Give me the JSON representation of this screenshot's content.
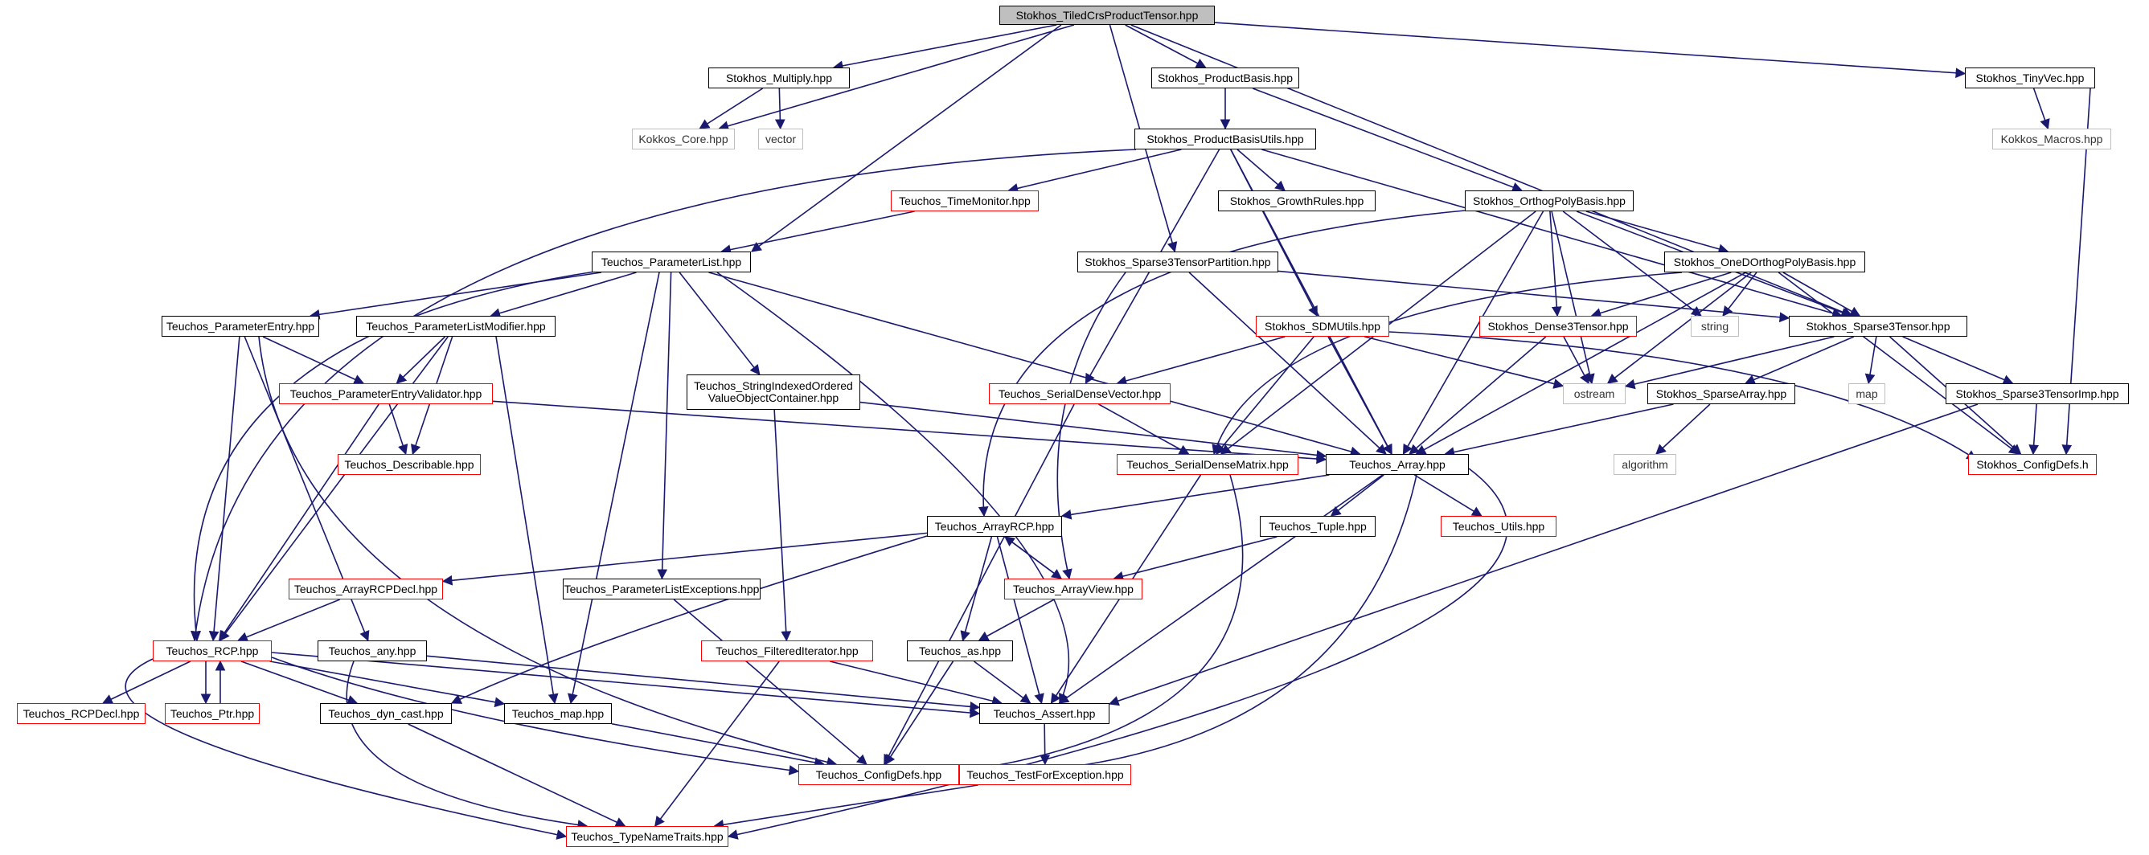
{
  "graph": {
    "colors": {
      "edge": "#191970",
      "border_doc": "#000000",
      "border_incomplete": "#ff0000",
      "border_external": "#bfbfbf",
      "root_fill": "#bfbfbf"
    },
    "nodes": [
      {
        "id": "root",
        "label": "Stokhos_TiledCrsProductTensor.hpp",
        "kind": "root"
      },
      {
        "id": "multiply",
        "label": "Stokhos_Multiply.hpp",
        "kind": "doc"
      },
      {
        "id": "kokkos_core",
        "label": "Kokkos_Core.hpp",
        "kind": "external"
      },
      {
        "id": "vector",
        "label": "vector",
        "kind": "external"
      },
      {
        "id": "productbasis",
        "label": "Stokhos_ProductBasis.hpp",
        "kind": "doc"
      },
      {
        "id": "productbasisutils",
        "label": "Stokhos_ProductBasisUtils.hpp",
        "kind": "doc"
      },
      {
        "id": "tinyvec",
        "label": "Stokhos_TinyVec.hpp",
        "kind": "doc"
      },
      {
        "id": "kokkos_macros",
        "label": "Kokkos_Macros.hpp",
        "kind": "external"
      },
      {
        "id": "timemonitor",
        "label": "Teuchos_TimeMonitor.hpp",
        "kind": "incomplete"
      },
      {
        "id": "growthrules",
        "label": "Stokhos_GrowthRules.hpp",
        "kind": "doc"
      },
      {
        "id": "orthopoly",
        "label": "Stokhos_OrthogPolyBasis.hpp",
        "kind": "doc"
      },
      {
        "id": "paramlist",
        "label": "Teuchos_ParameterList.hpp",
        "kind": "doc"
      },
      {
        "id": "sparse3partition",
        "label": "Stokhos_Sparse3TensorPartition.hpp",
        "kind": "doc"
      },
      {
        "id": "onedortho",
        "label": "Stokhos_OneDOrthogPolyBasis.hpp",
        "kind": "doc"
      },
      {
        "id": "paramentry",
        "label": "Teuchos_ParameterEntry.hpp",
        "kind": "doc"
      },
      {
        "id": "paramlistmod",
        "label": "Teuchos_ParameterListModifier.hpp",
        "kind": "doc"
      },
      {
        "id": "sdmutils",
        "label": "Stokhos_SDMUtils.hpp",
        "kind": "incomplete"
      },
      {
        "id": "dense3",
        "label": "Stokhos_Dense3Tensor.hpp",
        "kind": "incomplete"
      },
      {
        "id": "string",
        "label": "string",
        "kind": "external"
      },
      {
        "id": "sparse3tensor",
        "label": "Stokhos_Sparse3Tensor.hpp",
        "kind": "doc"
      },
      {
        "id": "stringindexed",
        "label": "Teuchos_StringIndexedOrdered ValueObjectContainer.hpp",
        "kind": "doc"
      },
      {
        "id": "paramentryval",
        "label": "Teuchos_ParameterEntryValidator.hpp",
        "kind": "incomplete"
      },
      {
        "id": "serialdensevec",
        "label": "Teuchos_SerialDenseVector.hpp",
        "kind": "incomplete"
      },
      {
        "id": "ostream",
        "label": "ostream",
        "kind": "external"
      },
      {
        "id": "sparsearray",
        "label": "Stokhos_SparseArray.hpp",
        "kind": "doc"
      },
      {
        "id": "map",
        "label": "map",
        "kind": "external"
      },
      {
        "id": "sparse3imp",
        "label": "Stokhos_Sparse3TensorImp.hpp",
        "kind": "doc"
      },
      {
        "id": "describable",
        "label": "Teuchos_Describable.hpp",
        "kind": "incomplete"
      },
      {
        "id": "serialdensemat",
        "label": "Teuchos_SerialDenseMatrix.hpp",
        "kind": "incomplete"
      },
      {
        "id": "array",
        "label": "Teuchos_Array.hpp",
        "kind": "doc"
      },
      {
        "id": "algorithm",
        "label": "algorithm",
        "kind": "external"
      },
      {
        "id": "configdefs_h",
        "label": "Stokhos_ConfigDefs.h",
        "kind": "incomplete"
      },
      {
        "id": "arrayrcp",
        "label": "Teuchos_ArrayRCP.hpp",
        "kind": "doc"
      },
      {
        "id": "tuple",
        "label": "Teuchos_Tuple.hpp",
        "kind": "doc"
      },
      {
        "id": "utils",
        "label": "Teuchos_Utils.hpp",
        "kind": "incomplete"
      },
      {
        "id": "arrayrcpdecl",
        "label": "Teuchos_ArrayRCPDecl.hpp",
        "kind": "incomplete"
      },
      {
        "id": "paramlistexc",
        "label": "Teuchos_ParameterListExceptions.hpp",
        "kind": "doc"
      },
      {
        "id": "arrayview",
        "label": "Teuchos_ArrayView.hpp",
        "kind": "incomplete"
      },
      {
        "id": "rcp",
        "label": "Teuchos_RCP.hpp",
        "kind": "incomplete"
      },
      {
        "id": "any",
        "label": "Teuchos_any.hpp",
        "kind": "doc"
      },
      {
        "id": "filterediter",
        "label": "Teuchos_FilteredIterator.hpp",
        "kind": "incomplete"
      },
      {
        "id": "as",
        "label": "Teuchos_as.hpp",
        "kind": "doc"
      },
      {
        "id": "rcpdecl",
        "label": "Teuchos_RCPDecl.hpp",
        "kind": "incomplete"
      },
      {
        "id": "ptr",
        "label": "Teuchos_Ptr.hpp",
        "kind": "incomplete"
      },
      {
        "id": "dyncast",
        "label": "Teuchos_dyn_cast.hpp",
        "kind": "doc"
      },
      {
        "id": "tmap",
        "label": "Teuchos_map.hpp",
        "kind": "doc"
      },
      {
        "id": "assert",
        "label": "Teuchos_Assert.hpp",
        "kind": "doc"
      },
      {
        "id": "configdefs",
        "label": "Teuchos_ConfigDefs.hpp",
        "kind": "incomplete"
      },
      {
        "id": "testforexc",
        "label": "Teuchos_TestForException.hpp",
        "kind": "incomplete"
      },
      {
        "id": "typenametraits",
        "label": "Teuchos_TypeNameTraits.hpp",
        "kind": "incomplete"
      }
    ],
    "edges": [
      [
        "root",
        "multiply"
      ],
      [
        "root",
        "kokkos_core"
      ],
      [
        "root",
        "productbasis"
      ],
      [
        "root",
        "paramlist"
      ],
      [
        "root",
        "sparse3partition"
      ],
      [
        "root",
        "sparse3tensor"
      ],
      [
        "root",
        "tinyvec"
      ],
      [
        "multiply",
        "kokkos_core"
      ],
      [
        "multiply",
        "vector"
      ],
      [
        "productbasis",
        "productbasisutils"
      ],
      [
        "productbasis",
        "orthopoly"
      ],
      [
        "tinyvec",
        "kokkos_macros"
      ],
      [
        "tinyvec",
        "configdefs_h"
      ],
      [
        "productbasisutils",
        "timemonitor"
      ],
      [
        "productbasisutils",
        "growthrules"
      ],
      [
        "productbasisutils",
        "rcp"
      ],
      [
        "productbasisutils",
        "serialdensevec"
      ],
      [
        "productbasisutils",
        "sdmutils"
      ],
      [
        "productbasisutils",
        "array"
      ],
      [
        "productbasisutils",
        "sparse3tensor"
      ],
      [
        "timemonitor",
        "paramlist"
      ],
      [
        "orthopoly",
        "onedortho"
      ],
      [
        "orthopoly",
        "dense3"
      ],
      [
        "orthopoly",
        "string"
      ],
      [
        "orthopoly",
        "sparse3tensor"
      ],
      [
        "orthopoly",
        "serialdensemat"
      ],
      [
        "orthopoly",
        "array"
      ],
      [
        "orthopoly",
        "ostream"
      ],
      [
        "orthopoly",
        "arrayrcp"
      ],
      [
        "paramlist",
        "paramentry"
      ],
      [
        "paramlist",
        "paramlistmod"
      ],
      [
        "paramlist",
        "stringindexed"
      ],
      [
        "paramlist",
        "rcp"
      ],
      [
        "paramlist",
        "tmap"
      ],
      [
        "paramlist",
        "paramlistexc"
      ],
      [
        "paramlist",
        "array"
      ],
      [
        "paramlist",
        "assert"
      ],
      [
        "sparse3partition",
        "sparse3tensor"
      ],
      [
        "sparse3partition",
        "array"
      ],
      [
        "sparse3partition",
        "arrayview"
      ],
      [
        "onedortho",
        "dense3"
      ],
      [
        "onedortho",
        "sparse3tensor"
      ],
      [
        "onedortho",
        "string"
      ],
      [
        "onedortho",
        "ostream"
      ],
      [
        "onedortho",
        "serialdensemat"
      ],
      [
        "onedortho",
        "configdefs_h"
      ],
      [
        "onedortho",
        "array"
      ],
      [
        "paramentry",
        "paramentryval"
      ],
      [
        "paramentry",
        "rcp"
      ],
      [
        "paramentry",
        "any"
      ],
      [
        "paramentry",
        "configdefs"
      ],
      [
        "paramlistmod",
        "paramentryval"
      ],
      [
        "paramlistmod",
        "describable"
      ],
      [
        "paramlistmod",
        "rcp"
      ],
      [
        "paramlistmod",
        "tmap"
      ],
      [
        "sdmutils",
        "serialdensevec"
      ],
      [
        "sdmutils",
        "serialdensemat"
      ],
      [
        "sdmutils",
        "array"
      ],
      [
        "sdmutils",
        "ostream"
      ],
      [
        "sdmutils",
        "configdefs_h"
      ],
      [
        "dense3",
        "ostream"
      ],
      [
        "dense3",
        "array"
      ],
      [
        "sparse3tensor",
        "ostream"
      ],
      [
        "sparse3tensor",
        "map"
      ],
      [
        "sparse3tensor",
        "sparsearray"
      ],
      [
        "sparse3tensor",
        "sparse3imp"
      ],
      [
        "sparse3tensor",
        "configdefs_h"
      ],
      [
        "stringindexed",
        "filterediter"
      ],
      [
        "stringindexed",
        "array"
      ],
      [
        "paramentryval",
        "describable"
      ],
      [
        "paramentryval",
        "rcp"
      ],
      [
        "paramentryval",
        "array"
      ],
      [
        "serialdensevec",
        "serialdensemat"
      ],
      [
        "serialdensevec",
        "configdefs"
      ],
      [
        "sparsearray",
        "array"
      ],
      [
        "sparsearray",
        "algorithm"
      ],
      [
        "sparse3imp",
        "configdefs_h"
      ],
      [
        "sparse3imp",
        "assert"
      ],
      [
        "serialdensemat",
        "assert"
      ],
      [
        "serialdensemat",
        "configdefs"
      ],
      [
        "array",
        "arrayrcp"
      ],
      [
        "array",
        "tuple"
      ],
      [
        "array",
        "utils"
      ],
      [
        "array",
        "assert"
      ],
      [
        "array",
        "configdefs"
      ],
      [
        "array",
        "typenametraits"
      ],
      [
        "arrayrcp",
        "arrayrcpdecl"
      ],
      [
        "arrayrcp",
        "arrayview"
      ],
      [
        "arrayrcp",
        "as"
      ],
      [
        "arrayrcp",
        "assert"
      ],
      [
        "arrayrcp",
        "dyncast"
      ],
      [
        "arrayview",
        "arrayrcp"
      ],
      [
        "arrayview",
        "as"
      ],
      [
        "tuple",
        "arrayview"
      ],
      [
        "arrayrcpdecl",
        "rcp"
      ],
      [
        "paramlistexc",
        "configdefs"
      ],
      [
        "rcp",
        "rcpdecl"
      ],
      [
        "rcp",
        "ptr"
      ],
      [
        "rcp",
        "dyncast"
      ],
      [
        "rcp",
        "tmap"
      ],
      [
        "rcp",
        "assert"
      ],
      [
        "rcp",
        "configdefs"
      ],
      [
        "rcp",
        "typenametraits"
      ],
      [
        "ptr",
        "rcp"
      ],
      [
        "any",
        "assert"
      ],
      [
        "any",
        "typenametraits"
      ],
      [
        "filterediter",
        "assert"
      ],
      [
        "filterediter",
        "typenametraits"
      ],
      [
        "as",
        "assert"
      ],
      [
        "as",
        "configdefs"
      ],
      [
        "dyncast",
        "typenametraits"
      ],
      [
        "tmap",
        "configdefs"
      ],
      [
        "assert",
        "testforexc"
      ],
      [
        "testforexc",
        "typenametraits"
      ]
    ]
  }
}
